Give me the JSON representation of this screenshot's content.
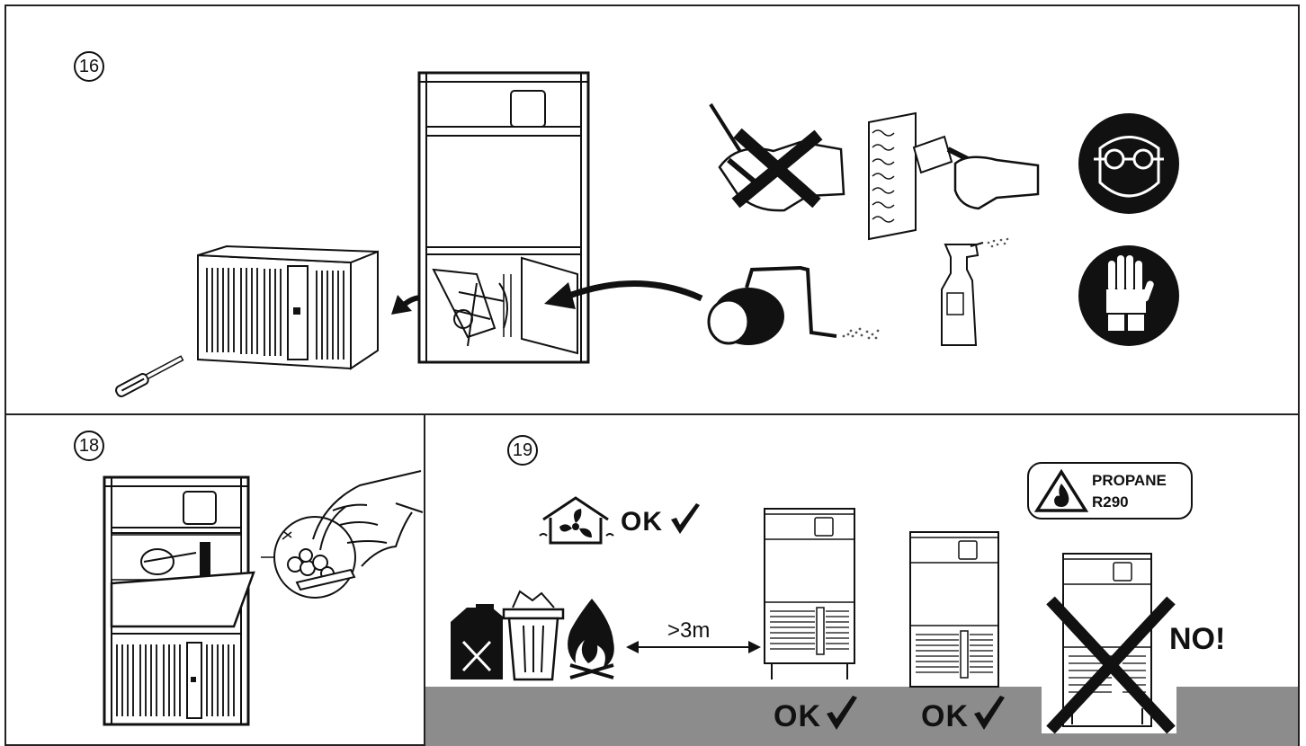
{
  "steps": {
    "step16": "16",
    "step18": "18",
    "step19": "19"
  },
  "ventilation": {
    "ok_text": "OK"
  },
  "distance": {
    "label": ">3m"
  },
  "propane": {
    "line1": "PROPANE",
    "line2": "R290"
  },
  "verdicts": {
    "ok_first": "OK",
    "ok_second": "OK",
    "no_text": "NO!"
  },
  "icons": {
    "screwdriver": "screwdriver-icon",
    "vacuum": "vacuum-cleaner-icon",
    "brush": "brush-icon",
    "spray": "spray-bottle-icon",
    "goggles": "safety-goggles-icon",
    "gloves": "safety-gloves-icon",
    "ventilation": "ventilated-room-icon",
    "fuel_can": "fuel-can-icon",
    "waste_bin": "waste-bin-icon",
    "fire": "open-flame-icon",
    "flammable": "flammable-warning-icon"
  },
  "colors": {
    "line": "#222222",
    "floor": "#8c8c8c",
    "fill_dark": "#111111"
  }
}
